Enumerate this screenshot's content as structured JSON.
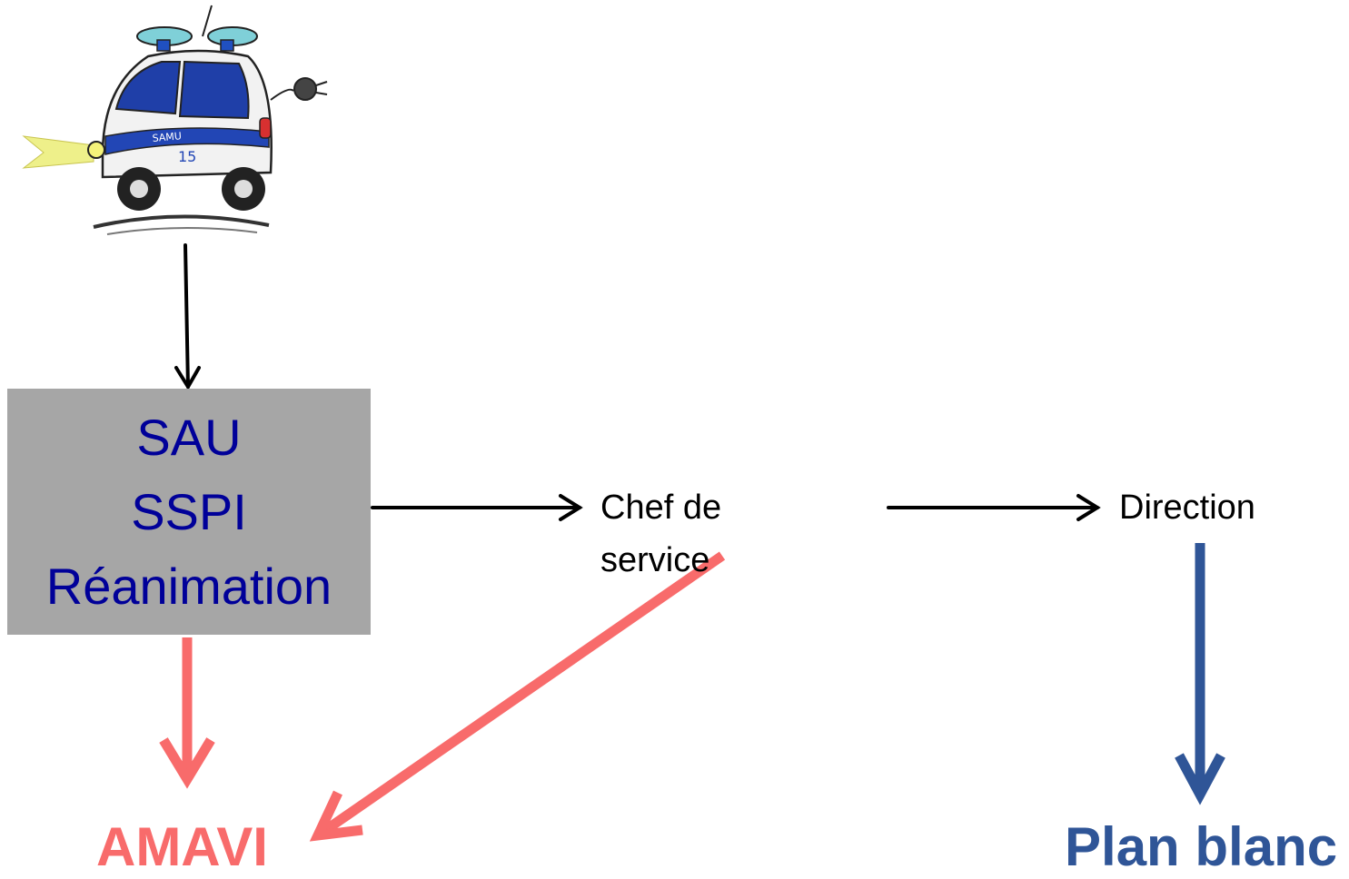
{
  "illustration": {
    "icon": "samu-ambulance-icon",
    "text": "SAMU 15"
  },
  "services_box": {
    "lines": [
      "SAU",
      "SSPI",
      "Réanimation"
    ],
    "background": "#a6a6a6",
    "text_color": "#000099"
  },
  "chef_de_service": {
    "line1": "Chef de",
    "line2": "service"
  },
  "direction": {
    "label": "Direction"
  },
  "outcomes": {
    "amavi": {
      "label": "AMAVI",
      "color": "#f86b6b"
    },
    "plan_blanc": {
      "label": "Plan blanc",
      "color": "#2f5597"
    }
  }
}
